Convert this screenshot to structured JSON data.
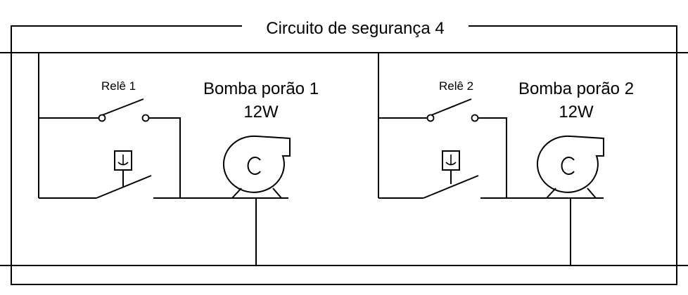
{
  "title": "Circuito de segurança 4",
  "circuits": [
    {
      "relay_label": "Relê 1",
      "pump_name": "Bomba porão 1",
      "pump_power": "12W"
    },
    {
      "relay_label": "Relê 2",
      "pump_name": "Bomba porão 2",
      "pump_power": "12W"
    }
  ],
  "icons": {
    "relay_switch": "relay-contact-icon",
    "float_switch": "float-switch-icon",
    "pump": "centrifugal-pump-icon"
  }
}
